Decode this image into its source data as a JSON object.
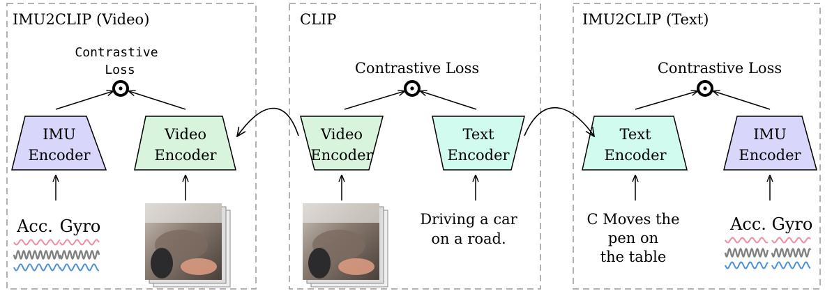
{
  "panels": [
    {
      "title": "IMU2CLIP (Video)",
      "loss_lines": [
        "Contrastive",
        "Loss"
      ],
      "left_encoder": [
        "IMU",
        "Encoder"
      ],
      "right_encoder": [
        "Video",
        "Encoder"
      ],
      "sensor_labels": [
        "Acc.",
        "Gyro"
      ]
    },
    {
      "title": "CLIP",
      "loss_label": "Contrastive Loss",
      "left_encoder": [
        "Video",
        "Encoder"
      ],
      "right_encoder": [
        "Text",
        "Encoder"
      ],
      "caption": [
        "Driving a car",
        "on a road."
      ]
    },
    {
      "title": "IMU2CLIP (Text)",
      "loss_label": "Contrastive Loss",
      "left_encoder": [
        "Text",
        "Encoder"
      ],
      "right_encoder": [
        "IMU",
        "Encoder"
      ],
      "caption": [
        "C Moves the",
        "pen on",
        "the table"
      ],
      "sensor_labels": [
        "Acc.",
        "Gyro"
      ]
    }
  ],
  "colors": {
    "imu_encoder": "#d9d6fb",
    "video_encoder": "#d9f4dd",
    "text_encoder": "#d2fbf0",
    "wave_pink": "#f08ca0",
    "wave_gray": "#808080",
    "wave_blue": "#4a90d9",
    "panel_border": "#999999"
  }
}
